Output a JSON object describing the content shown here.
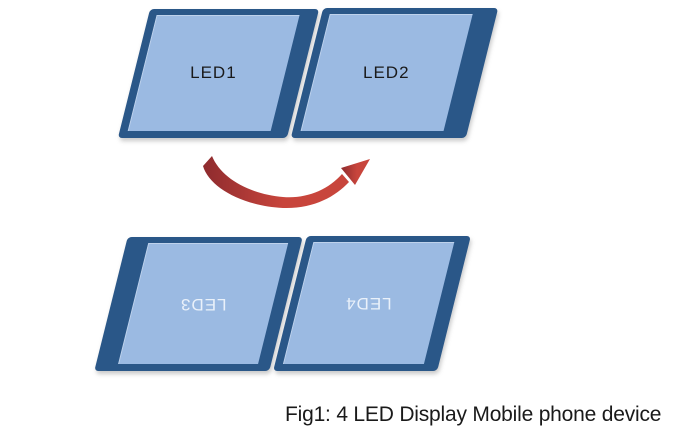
{
  "figure": {
    "caption": "Fig1: 4 LED Display Mobile phone device",
    "panels": [
      {
        "label": "LED1",
        "row": "top",
        "orientation": "upright"
      },
      {
        "label": "LED2",
        "row": "top",
        "orientation": "upright"
      },
      {
        "label": "LED3",
        "row": "bottom",
        "orientation": "rotated-180"
      },
      {
        "label": "LED4",
        "row": "bottom",
        "orientation": "rotated-180"
      }
    ],
    "arrow": {
      "type": "curved-rotation-arrow",
      "color_dark": "#8E2B2E",
      "color_bright": "#C8453C"
    },
    "colors": {
      "panel_border": "#2A5788",
      "panel_fill": "#9BBAE2",
      "top_label_text": "#1A1A1A",
      "bottom_label_text": "#EAF1FA",
      "caption_text": "#1A1A1A",
      "background": "#FFFFFF"
    }
  }
}
